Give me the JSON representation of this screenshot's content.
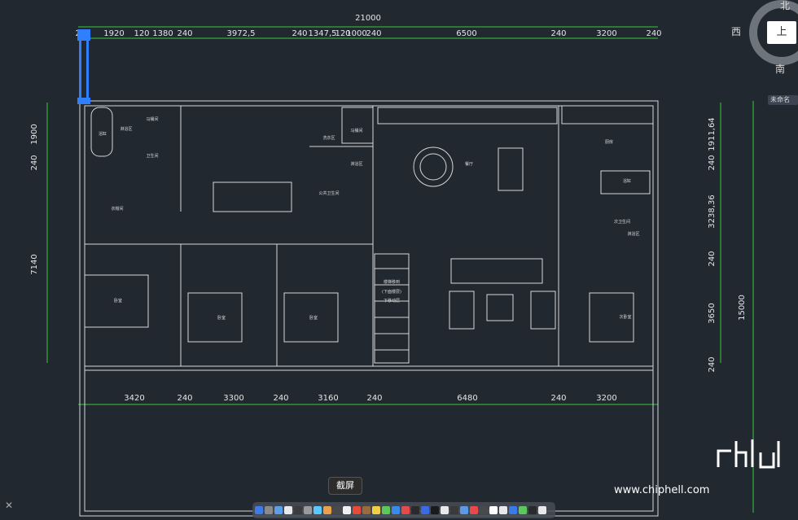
{
  "drawing": {
    "top_dims": [
      "240",
      "1920",
      "120",
      "1380",
      "240",
      "3972,5",
      "240",
      "1347,5",
      "120",
      "1000",
      "240",
      "6500",
      "240",
      "3200",
      "240"
    ],
    "overall_width": "21000",
    "bottom_dims": [
      "3420",
      "240",
      "3300",
      "240",
      "3160",
      "240",
      "6480",
      "240",
      "3200"
    ],
    "left_dims": [
      "1900",
      "240",
      "7140"
    ],
    "right_dims": [
      "1911,64",
      "240",
      "3238,36",
      "240",
      "3650",
      "240"
    ],
    "overall_height": "15000",
    "room_labels": [
      "浴缸",
      "淋浴区",
      "马桶间",
      "卫生间",
      "衣帽间",
      "卧室",
      "卧室",
      "卧室",
      "公共卫生间",
      "马桶间",
      "洗衣区",
      "淋浴区",
      "餐厅",
      "厨房",
      "浴缸",
      "次卫生间",
      "淋浴区",
      "次卧室"
    ],
    "stair_labels": [
      "楼梯移到",
      "(下面楼层)",
      "下移动层"
    ]
  },
  "viewcube": {
    "north": "北",
    "west": "西",
    "south": "南",
    "top_button": "上"
  },
  "ucs_label": "未命名",
  "tooltip": "截屏",
  "watermark": "www.chiphell.com",
  "colors": {
    "background": "#212830",
    "dim_line": "#37c837",
    "wall": "#d8d8d8",
    "grip": "#2f7fff"
  }
}
